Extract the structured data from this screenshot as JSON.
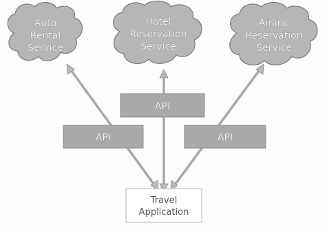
{
  "diagram": {
    "services": {
      "auto": {
        "line1": "Auto",
        "line2": "Rental",
        "line3": "Service"
      },
      "hotel": {
        "line1": "Hotel",
        "line2": "Reservation",
        "line3": "Service"
      },
      "airline": {
        "line1": "Airline",
        "line2": "Reservation",
        "line3": "Service"
      }
    },
    "apis": {
      "left": "API",
      "center": "API",
      "right": "API"
    },
    "application": {
      "line1": "Travel",
      "line2": "Application"
    }
  }
}
